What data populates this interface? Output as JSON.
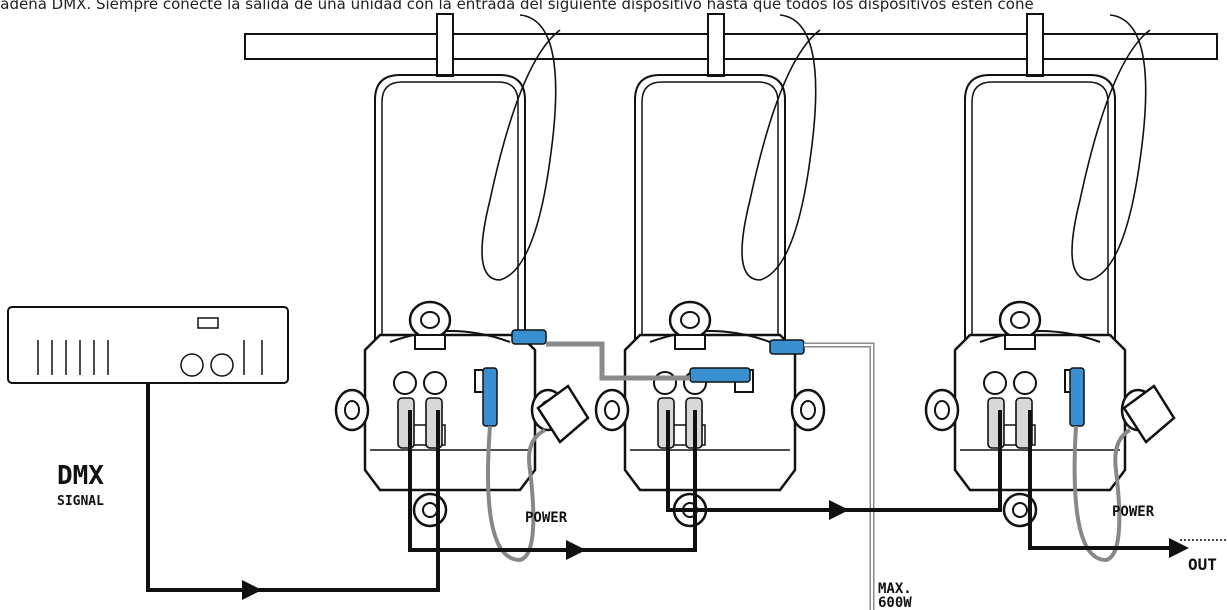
{
  "caption": "cadena DMX. Siempre conecte la salida de una unidad con la entrada del siguiente dispositivo hasta que todos los dispositivos estén cone",
  "labels": {
    "dmx": "DMX",
    "signal": "SIGNAL",
    "power_1": "POWER",
    "power_2": "POWER",
    "max": "MAX.",
    "watts": "600W",
    "out": "OUT"
  },
  "colors": {
    "line": "#111111",
    "connector_blue": "#3a8fd0",
    "cable_gray": "#8a8a8a"
  },
  "icons": [
    "dmx-controller-icon",
    "par-fixture-icon",
    "power-plug-icon",
    "xlr-connector-icon"
  ]
}
